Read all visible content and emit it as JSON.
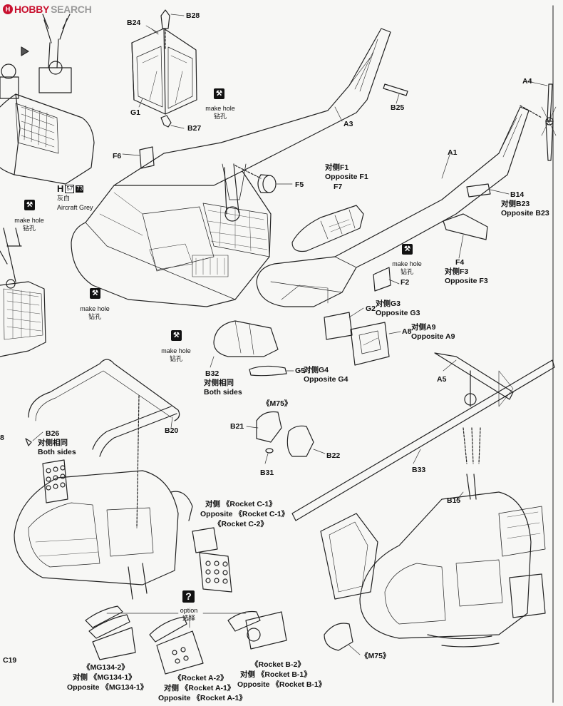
{
  "site": {
    "logo_mark": "H",
    "brand": "HOBBY",
    "brand2": "SEARCH"
  },
  "paint": {
    "letter": "H",
    "code1": "57",
    "code2": "73",
    "name_cn": "灰白",
    "name_en": "Aircraft Grey"
  },
  "hole": {
    "en": "make hole",
    "cn": "钻孔"
  },
  "option": {
    "en": "option",
    "cn": "选择"
  },
  "parts": {
    "b24": "B24",
    "b28": "B28",
    "g1": "G1",
    "b27": "B27",
    "a3": "A3",
    "b25": "B25",
    "a4": "A4",
    "f6": "F6",
    "f5": "F5",
    "a1": "A1",
    "f1_cn": "对侧F1",
    "f1_en": "Opposite F1",
    "f7": "F7",
    "b14": "B14",
    "b23_cn": "对侧B23",
    "b23_en": "Opposite B23",
    "f4": "F4",
    "f3_cn": "对侧F3",
    "f3_en": "Opposite F3",
    "f2": "F2",
    "g2": "G2",
    "g3_cn": "对侧G3",
    "g3_en": "Opposite G3",
    "a8": "A8",
    "a9_cn": "对侧A9",
    "a9_en": "Opposite A9",
    "g5": "G5",
    "g4_cn": "对侧G4",
    "g4_en": "Opposite G4",
    "b32": "B32",
    "b32_cn": "对侧相同",
    "b32_en": "Both sides",
    "a5": "A5",
    "b20": "B20",
    "b26": "B26",
    "b26_cn": "对侧相同",
    "b26_en": "Both sides",
    "m75_top": "《M75》",
    "b21": "B21",
    "b22": "B22",
    "b31": "B31",
    "b33": "B33",
    "b15": "B15",
    "m75_bottom": "《M75》",
    "rocket_c_cn": "对侧 《Rocket C-1》",
    "rocket_c_en": "Opposite 《Rocket C-1》",
    "rocket_c2": "《Rocket C-2》",
    "mg_1": "《MG134-2》",
    "mg_2": "对侧 《MG134-1》",
    "mg_3": "Opposite 《MG134-1》",
    "ra_1": "《Rocket A-2》",
    "ra_2": "对侧 《Rocket A-1》",
    "ra_3": "Opposite 《Rocket A-1》",
    "rb_1": "《Rocket B-2》",
    "rb_2": "对侧 《Rocket B-1》",
    "rb_3": "Opposite 《Rocket B-1》",
    "edge_8": "8",
    "c19": "C19"
  }
}
